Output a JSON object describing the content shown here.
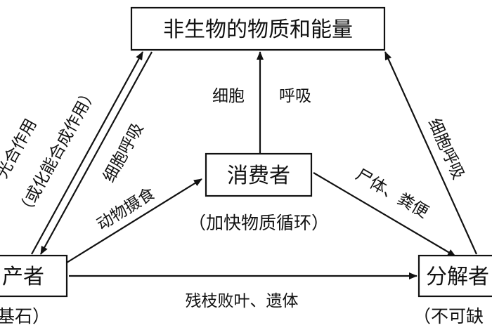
{
  "nodes": {
    "abiotic": "非生物的物质和能量",
    "consumer": "消费者",
    "producer": "产者",
    "decomposer": "分解者"
  },
  "notes": {
    "consumer": "（加快物质循环）",
    "producer": "基石）",
    "decomposer": "（不可缺"
  },
  "edges": {
    "photosynthesis_1": "光合作用",
    "photosynthesis_2": "（或化能合成作用）",
    "producer_respiration": "细胞呼吸",
    "animal_feeding": "动物摄食",
    "consumer_respiration_a": "细胞",
    "consumer_respiration_b": "呼吸",
    "remains_feces": "尸体、粪便",
    "decomposer_respiration": "细胞呼吸",
    "dead_leaves_remains": "残枝败叶、遗体"
  }
}
